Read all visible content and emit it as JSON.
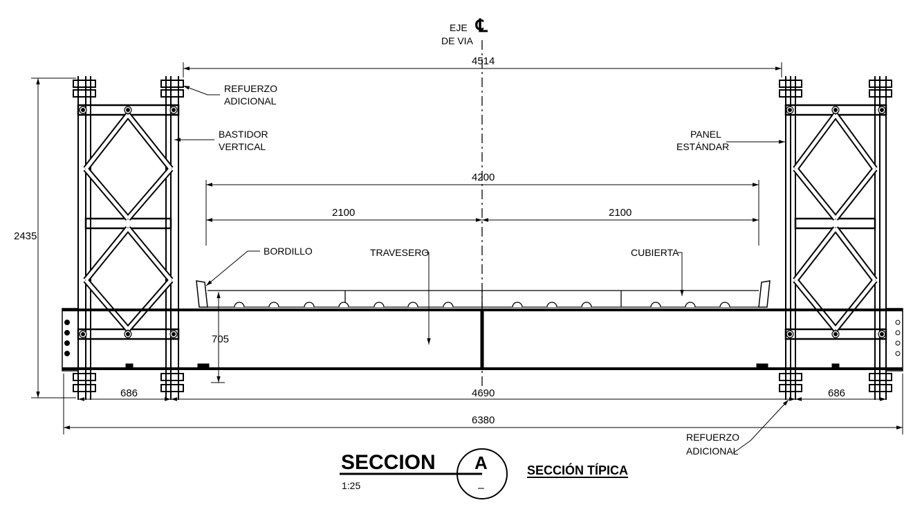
{
  "centerline": {
    "line1": "EJE",
    "line2": "DE VIA",
    "symbol": "℄"
  },
  "dimensions": {
    "top_span": "4514",
    "overall_height": "2435",
    "road_width": "4200",
    "lane_left": "2100",
    "lane_right": "2100",
    "deck_depth": "705",
    "panel_left": "686",
    "inner_span": "4690",
    "panel_right": "686",
    "overall_width": "6380"
  },
  "labels": {
    "refuerzo_top_1": "REFUERZO",
    "refuerzo_top_2": "ADICIONAL",
    "bastidor_1": "BASTIDOR",
    "bastidor_2": "VERTICAL",
    "panel_1": "PANEL",
    "panel_2": "ESTÁNDAR",
    "bordillo": "BORDILLO",
    "travesero": "TRAVESERO",
    "cubierta": "CUBIERTA",
    "refuerzo_bottom_1": "REFUERZO",
    "refuerzo_bottom_2": "ADICIONAL"
  },
  "title_block": {
    "title": "SECCION",
    "scale": "1:25",
    "section_letter": "A",
    "section_sheet": "–",
    "subtitle": "SECCIÓN TÍPICA"
  }
}
